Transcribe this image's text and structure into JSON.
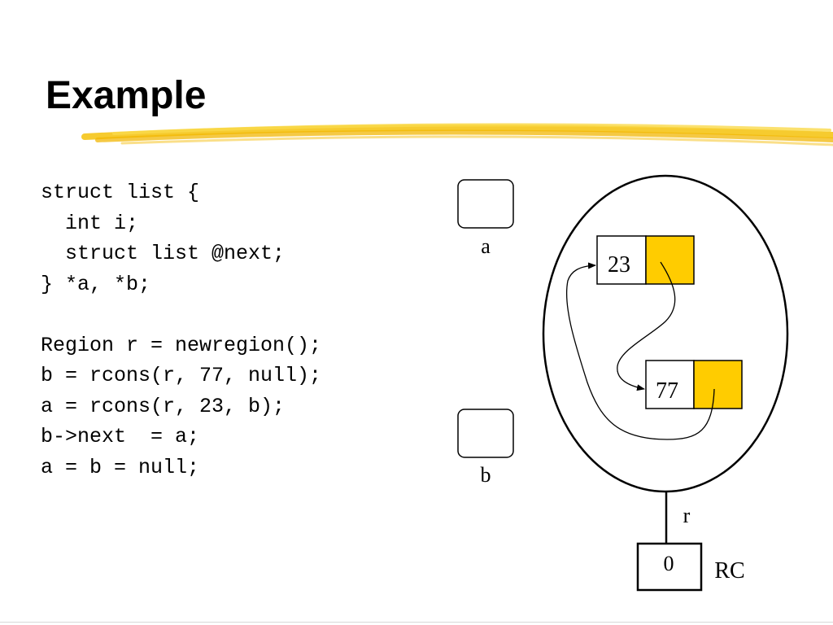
{
  "slide": {
    "title": "Example",
    "accent_color": "#F5C518",
    "code_lines": [
      "struct list {",
      "  int i;",
      "  struct list @next;",
      "} *a, *b;",
      "",
      "Region r = newregion();",
      "b = rcons(r, 77, null);",
      "a = rcons(r, 23, b);",
      "b->next  = a;",
      "a = b = null;"
    ]
  },
  "diagram": {
    "pointer_a_label": "a",
    "pointer_b_label": "b",
    "node1_value": "23",
    "node2_value": "77",
    "region_label": "r",
    "refcount_value": "0",
    "refcount_label": "RC",
    "next_cell_color": "#FFCC00"
  }
}
